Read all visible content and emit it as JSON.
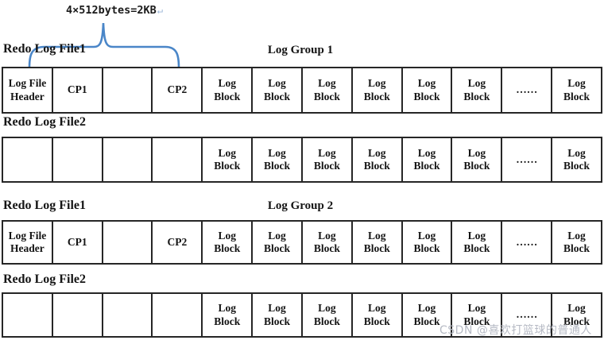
{
  "colors": {
    "background": "#ffffff",
    "border": "#262626",
    "brace": "#4a86c8",
    "return_mark": "#9db7d8",
    "watermark": "#b6bac4"
  },
  "annotation": {
    "label": "4×512bytes=2KB",
    "return_mark": "↵"
  },
  "watermark": {
    "text": "CSDN @喜欢打篮球的普通人"
  },
  "groups": [
    {
      "title": "Log Group 1",
      "files": [
        {
          "label": "Redo Log File1",
          "cells": [
            "Log File Header",
            "CP1",
            "",
            "CP2",
            "Log Block",
            "Log Block",
            "Log Block",
            "Log Block",
            "Log Block",
            "Log Block",
            "……",
            "Log Block"
          ]
        },
        {
          "label": "Redo Log File2",
          "cells": [
            "",
            "",
            "",
            "",
            "Log Block",
            "Log Block",
            "Log Block",
            "Log Block",
            "Log Block",
            "Log Block",
            "……",
            "Log Block"
          ]
        }
      ]
    },
    {
      "title": "Log Group 2",
      "files": [
        {
          "label": "Redo Log File1",
          "cells": [
            "Log File Header",
            "CP1",
            "",
            "CP2",
            "Log Block",
            "Log Block",
            "Log Block",
            "Log Block",
            "Log Block",
            "Log Block",
            "……",
            "Log Block"
          ]
        },
        {
          "label": "Redo Log File2",
          "cells": [
            "",
            "",
            "",
            "",
            "Log Block",
            "Log Block",
            "Log Block",
            "Log Block",
            "Log Block",
            "Log Block",
            "……",
            "Log Block"
          ]
        }
      ]
    }
  ]
}
